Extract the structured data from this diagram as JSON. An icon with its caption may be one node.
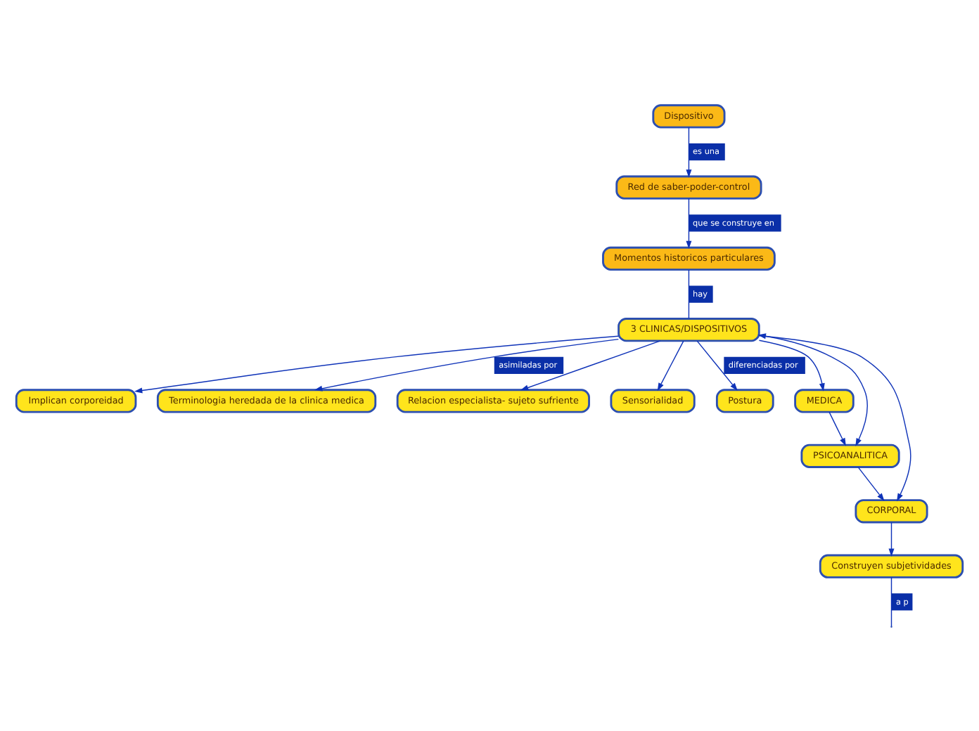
{
  "diagram": {
    "nodes": [
      {
        "text": [
          "Dispositivo"
        ]
      },
      {
        "text": [
          "Red de saber-poder-control"
        ]
      },
      {
        "text": [
          "Momentos historicos particulares"
        ]
      },
      {
        "text": [
          "3 CLINICAS/DISPOSITIVOS"
        ]
      },
      {
        "text": [
          "Implican corporeidad"
        ]
      },
      {
        "text": [
          "Terminologia heredada de la clinica medica"
        ]
      },
      {
        "text": [
          "Relacion especialista- sujeto sufriente"
        ]
      },
      {
        "text": [
          "Sensorialidad"
        ]
      },
      {
        "text": [
          "Postura"
        ]
      },
      {
        "text": [
          "MEDICA"
        ]
      },
      {
        "text": [
          "PSICOANALITICA"
        ]
      },
      {
        "text": [
          "CORPORAL"
        ]
      },
      {
        "text": [
          "Construyen subjetividades"
        ]
      }
    ],
    "edges": [
      {
        "from": 0,
        "to": 1,
        "arrow": "to",
        "label": "es una"
      },
      {
        "from": 1,
        "to": 2,
        "arrow": "to",
        "label": "que se construye en"
      },
      {
        "from": 2,
        "to": 3,
        "arrow": "none",
        "label": "hay"
      },
      {
        "from": 3,
        "to": 4,
        "arrow": "to"
      },
      {
        "from": 3,
        "to": 5,
        "arrow": "to",
        "label": "asimiladas por"
      },
      {
        "from": 3,
        "to": 6,
        "arrow": "to"
      },
      {
        "from": 3,
        "to": 7,
        "arrow": "to"
      },
      {
        "from": 3,
        "to": 8,
        "arrow": "to",
        "label": "diferenciadas por"
      },
      {
        "from": 3,
        "to": 9,
        "arrow": "to"
      },
      {
        "from": 3,
        "to": 10,
        "arrow": "both"
      },
      {
        "from": 3,
        "to": 11,
        "arrow": "to"
      },
      {
        "from": 9,
        "to": 10,
        "arrow": "to"
      },
      {
        "from": 10,
        "to": 11,
        "arrow": "to"
      },
      {
        "from": 11,
        "to": 12,
        "arrow": "to"
      },
      {
        "from": 12,
        "to": null,
        "arrow": "none",
        "label": "a p"
      }
    ]
  }
}
